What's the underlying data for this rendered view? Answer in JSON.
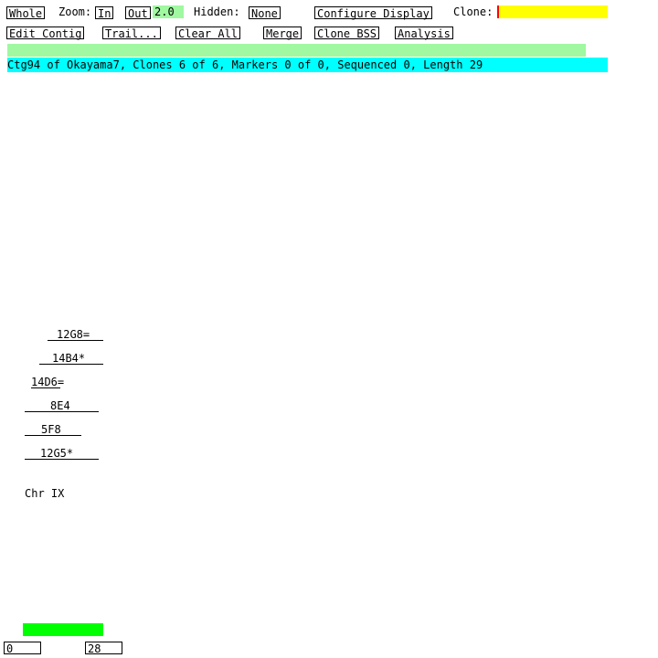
{
  "toolbar1": {
    "whole": "Whole",
    "zoom_label": "Zoom:",
    "zoom_in": "In",
    "zoom_out": "Out",
    "zoom_value": "2.0",
    "hidden_label": "Hidden:",
    "hidden_value": "None",
    "configure_display": "Configure Display",
    "clone_label": "Clone:",
    "clone_value": ""
  },
  "toolbar2": {
    "edit_contig": "Edit Contig",
    "trail": "Trail...",
    "clear_all": "Clear All",
    "merge": "Merge",
    "clone_bss": "Clone BSS",
    "analysis": "Analysis"
  },
  "status": {
    "message": "",
    "info": "Ctg94 of Okayama7, Clones 6 of 6, Markers 0 of 0, Sequenced 0, Length 29"
  },
  "clones": [
    {
      "name": "12G8="
    },
    {
      "name": "14B4*"
    },
    {
      "name": "14D6="
    },
    {
      "name": "8E4"
    },
    {
      "name": "5F8"
    },
    {
      "name": "12G5*"
    }
  ],
  "chromosome": "Chr IX",
  "scale": {
    "start": "0",
    "end": "28"
  },
  "colors": {
    "green_light": "#a0f8a0",
    "cyan": "#00ffff",
    "yellow": "#ffff00",
    "green": "#00ff00"
  }
}
